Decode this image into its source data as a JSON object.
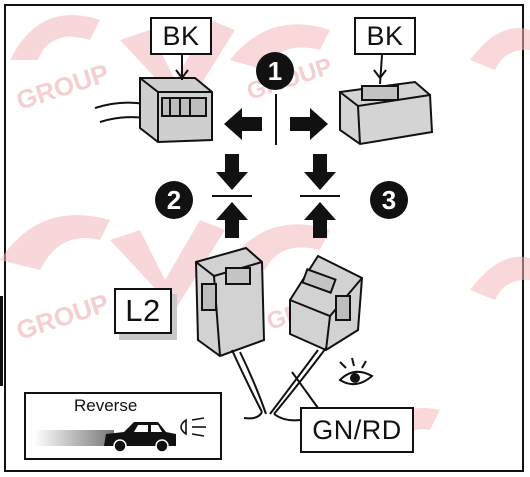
{
  "labels": {
    "top_left_connector": "BK",
    "top_right_connector": "BK",
    "bottom_connector_id": "L2",
    "wire_color": "GN/RD",
    "reverse_light": "Reverse"
  },
  "steps": [
    "1",
    "2",
    "3"
  ],
  "watermark": {
    "text": "SVC GROUP",
    "color": "#e8323c"
  },
  "icons": {
    "eye": "eye-icon",
    "car": "car-icon",
    "light": "headlight-icon",
    "arrows": [
      "arrow-left-icon",
      "arrow-right-icon",
      "arrow-down-icon",
      "arrow-up-icon"
    ]
  }
}
